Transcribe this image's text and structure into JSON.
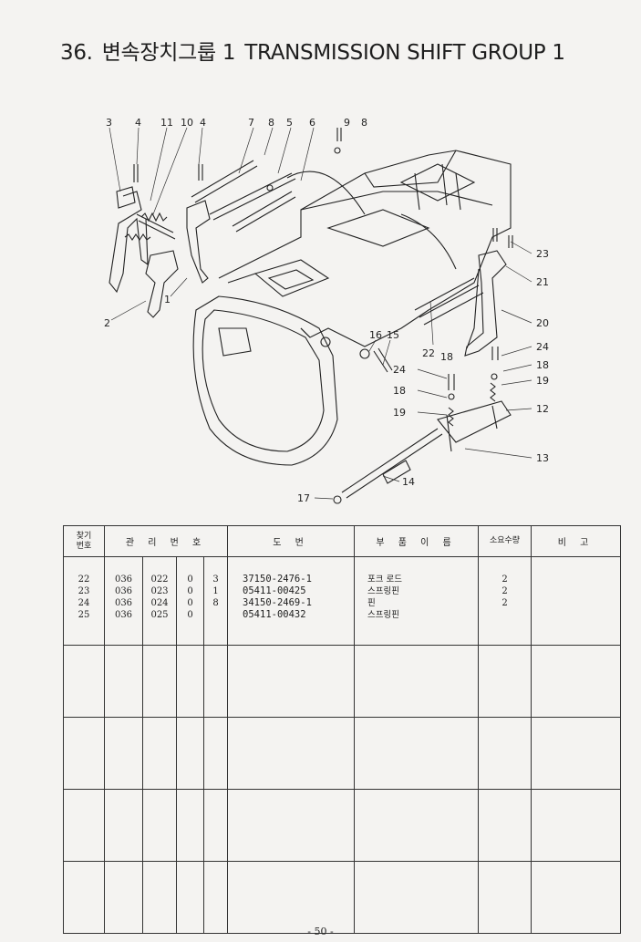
{
  "header": {
    "number": "36.",
    "title_ko": "변속장치그룹 1",
    "title_en": "TRANSMISSION SHIFT  GROUP 1"
  },
  "diagram": {
    "callouts": [
      "3",
      "4",
      "11",
      "10",
      "4",
      "7",
      "8",
      "5",
      "6",
      "9",
      "8",
      "23",
      "21",
      "20",
      "24",
      "18",
      "19",
      "12",
      "13",
      "14",
      "17",
      "2",
      "1",
      "16",
      "15",
      "22",
      "18",
      "24",
      "18",
      "19"
    ]
  },
  "table": {
    "headers": [
      "찾기\n번호",
      "관 리 번 호",
      "도   번",
      "부 품 이 름",
      "소요수량",
      "비  고"
    ],
    "rows": [
      {
        "find_no": "22",
        "mgmt": [
          "036",
          "022",
          "0",
          "3"
        ],
        "drawing": "37150-2476-1",
        "name": "포크 로드",
        "qty": "2",
        "remark": ""
      },
      {
        "find_no": "23",
        "mgmt": [
          "036",
          "023",
          "0",
          "1"
        ],
        "drawing": "05411-00425",
        "name": "스프링핀",
        "qty": "2",
        "remark": ""
      },
      {
        "find_no": "24",
        "mgmt": [
          "036",
          "024",
          "0",
          "8"
        ],
        "drawing": "34150-2469-1",
        "name": "핀",
        "qty": "2",
        "remark": ""
      },
      {
        "find_no": "25",
        "mgmt": [
          "036",
          "025",
          "0",
          ""
        ],
        "drawing": "05411-00432",
        "name": "스프링핀",
        "qty": "",
        "remark": ""
      }
    ]
  },
  "footer": {
    "page": "- 50 -"
  }
}
